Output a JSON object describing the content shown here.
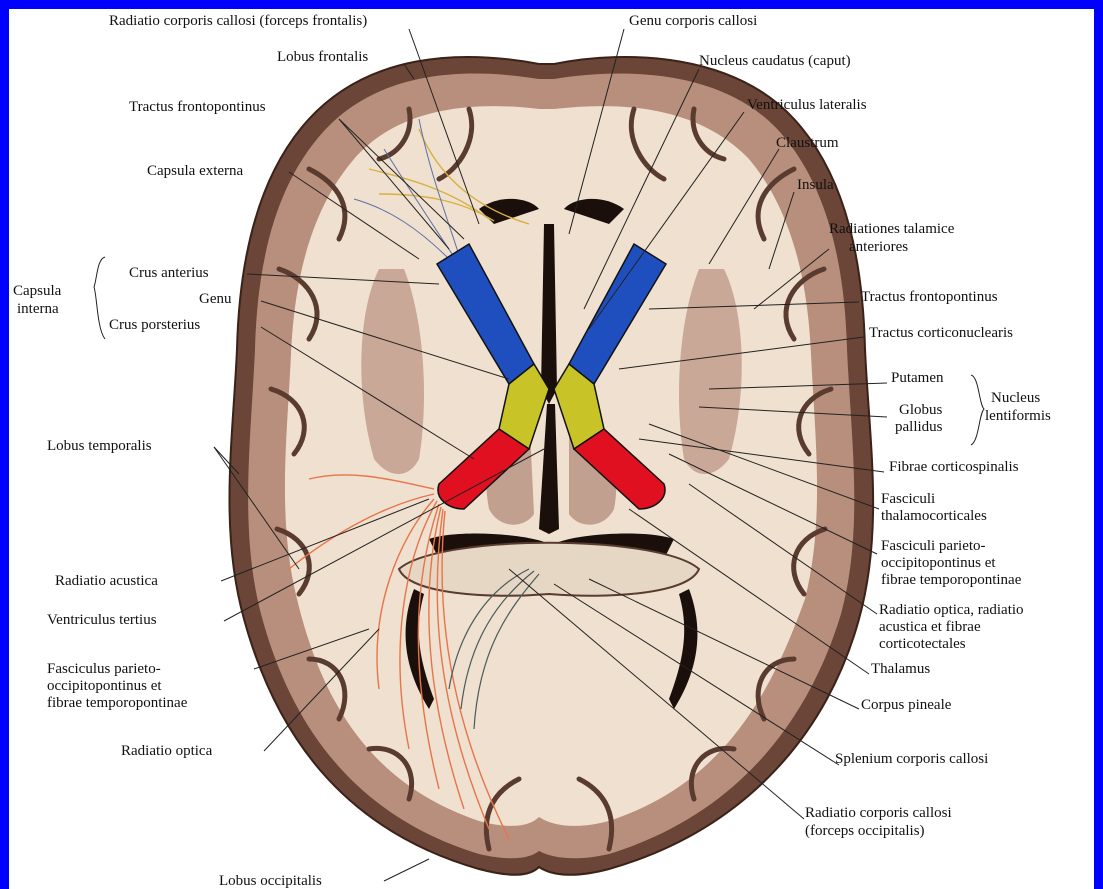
{
  "labels": {
    "radiatio_cc_frontalis": "Radiatio corporis callosi (forceps frontalis)",
    "lobus_frontalis": "Lobus frontalis",
    "tractus_frontopontinus_left": "Tractus frontopontinus",
    "capsula_externa": "Capsula externa",
    "capsula_interna_1": "Capsula",
    "capsula_interna_2": "interna",
    "crus_anterius": "Crus anterius",
    "genu": "Genu",
    "crus_posterius": "Crus porsterius",
    "lobus_temporalis": "Lobus temporalis",
    "radiatio_acustica": "Radiatio acustica",
    "ventriculus_tertius": "Ventriculus tertius",
    "fasc_parieto_left_1": "Fasciculus parieto-",
    "fasc_parieto_left_2": "occipitopontinus et",
    "fasc_parieto_left_3": "fibrae temporopontinae",
    "radiatio_optica_left": "Radiatio optica",
    "lobus_occipitalis": "Lobus occipitalis",
    "genu_cc": "Genu corporis callosi",
    "nucleus_caudatus": "Nucleus caudatus (caput)",
    "ventriculus_lateralis": "Ventriculus lateralis",
    "claustrum": "Claustrum",
    "insula": "Insula",
    "radiationes_1": "Radiationes talamice",
    "radiationes_2": "anteriores",
    "tractus_frontopontinus_right": "Tractus frontopontinus",
    "tractus_corticonuclearis": "Tractus corticonuclearis",
    "putamen": "Putamen",
    "globus_1": "Globus",
    "globus_2": "pallidus",
    "nucleus_lentiformis_1": "Nucleus",
    "nucleus_lentiformis_2": "lentiformis",
    "fibrae_corticospinalis": "Fibrae corticospinalis",
    "fasc_thalamo_1": "Fasciculi",
    "fasc_thalamo_2": "thalamocorticales",
    "fasc_parieto_right_1": "Fasciculi parieto-",
    "fasc_parieto_right_2": "occipitopontinus et",
    "fasc_parieto_right_3": "fibrae temporopontinae",
    "radiatio_optica_right_1": "Radiatio optica, radiatio",
    "radiatio_optica_right_2": "acustica et fibrae",
    "radiatio_optica_right_3": "corticotectales",
    "thalamus": "Thalamus",
    "corpus_pineale": "Corpus pineale",
    "splenium": "Splenium corporis callosi",
    "radiatio_cc_occ_1": "Radiatio corporis callosi",
    "radiatio_cc_occ_2": "(forceps occipitalis)"
  },
  "colors": {
    "frame": "#0000ff",
    "white_matter": "#efe0cf",
    "grey_matter": "#b88f7c",
    "cortex_dark": "#5a3b30",
    "crus_anterius": "#1f4fbf",
    "genu": "#c8c428",
    "crus_posterius": "#e01020",
    "fibres_orange": "#e8744a",
    "fibres_yellow": "#d8b040"
  }
}
